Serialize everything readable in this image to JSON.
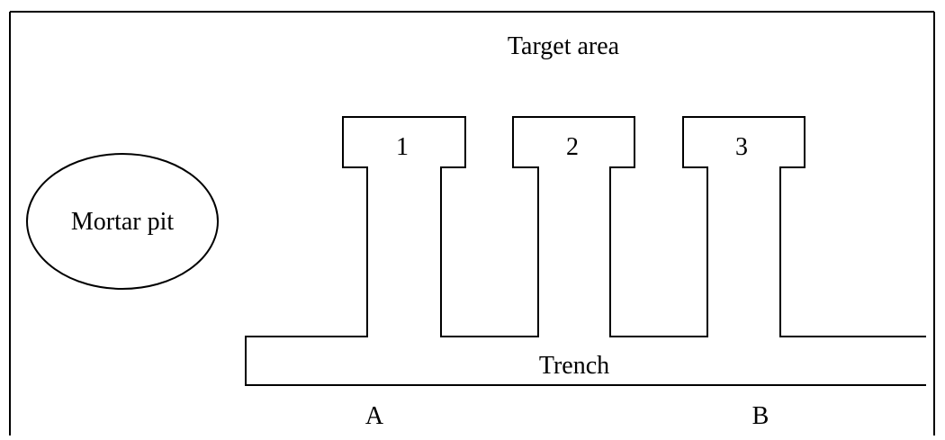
{
  "diagram": {
    "title": "Target area",
    "mortar_pit_label": "Mortar pit",
    "trench_label": "Trench",
    "end_a_label": "A",
    "end_b_label": "B",
    "positions": [
      {
        "label": "1"
      },
      {
        "label": "2"
      },
      {
        "label": "3"
      }
    ]
  },
  "colors": {
    "line": "#000000",
    "background": "#ffffff"
  }
}
